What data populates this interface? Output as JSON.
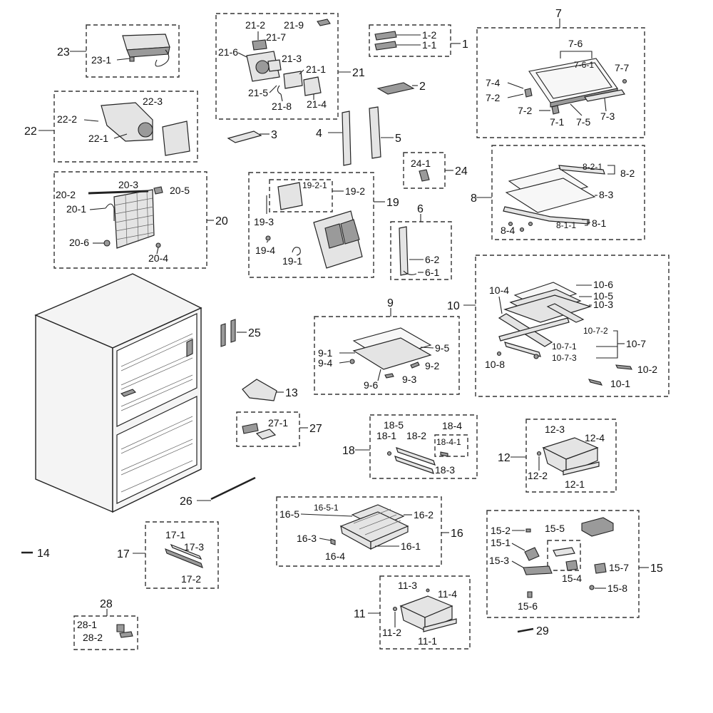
{
  "labels": {
    "g1": "1",
    "g1_1": "1-1",
    "g1_2": "1-2",
    "g2": "2",
    "g3": "3",
    "g4": "4",
    "g5": "5",
    "g6": "6",
    "g6_1": "6-1",
    "g6_2": "6-2",
    "g7": "7",
    "g7_1": "7-1",
    "g7_2a": "7-2",
    "g7_2b": "7-2",
    "g7_3": "7-3",
    "g7_4": "7-4",
    "g7_5": "7-5",
    "g7_6": "7-6",
    "g7_6_1": "7-6-1",
    "g7_7": "7-7",
    "g8": "8",
    "g8_1": "8-1",
    "g8_1_1": "8-1-1",
    "g8_2": "8-2",
    "g8_2_1": "8-2-1",
    "g8_3": "8-3",
    "g8_4": "8-4",
    "g9": "9",
    "g9_1": "9-1",
    "g9_2": "9-2",
    "g9_3": "9-3",
    "g9_4": "9-4",
    "g9_5": "9-5",
    "g9_6": "9-6",
    "g10": "10",
    "g10_1": "10-1",
    "g10_2": "10-2",
    "g10_3": "10-3",
    "g10_4": "10-4",
    "g10_5": "10-5",
    "g10_6": "10-6",
    "g10_7": "10-7",
    "g10_7_1": "10-7-1",
    "g10_7_2": "10-7-2",
    "g10_7_3": "10-7-3",
    "g10_8": "10-8",
    "g11": "11",
    "g11_1": "11-1",
    "g11_2": "11-2",
    "g11_3": "11-3",
    "g11_4": "11-4",
    "g12": "12",
    "g12_1": "12-1",
    "g12_2": "12-2",
    "g12_3": "12-3",
    "g12_4": "12-4",
    "g13": "13",
    "g14": "14",
    "g15": "15",
    "g15_1": "15-1",
    "g15_2": "15-2",
    "g15_3": "15-3",
    "g15_4": "15-4",
    "g15_5": "15-5",
    "g15_6": "15-6",
    "g15_7": "15-7",
    "g15_8": "15-8",
    "g16": "16",
    "g16_1": "16-1",
    "g16_2": "16-2",
    "g16_3": "16-3",
    "g16_4": "16-4",
    "g16_5": "16-5",
    "g16_5_1": "16-5-1",
    "g17": "17",
    "g17_1": "17-1",
    "g17_2": "17-2",
    "g17_3": "17-3",
    "g18": "18",
    "g18_1": "18-1",
    "g18_2": "18-2",
    "g18_3": "18-3",
    "g18_4": "18-4",
    "g18_4_1": "18-4-1",
    "g18_5": "18-5",
    "g19": "19",
    "g19_1": "19-1",
    "g19_2": "19-2",
    "g19_2_1": "19-2-1",
    "g19_3": "19-3",
    "g19_4": "19-4",
    "g20": "20",
    "g20_1": "20-1",
    "g20_2": "20-2",
    "g20_3": "20-3",
    "g20_4": "20-4",
    "g20_5": "20-5",
    "g20_6": "20-6",
    "g21": "21",
    "g21_1": "21-1",
    "g21_2": "21-2",
    "g21_3": "21-3",
    "g21_4": "21-4",
    "g21_5": "21-5",
    "g21_6": "21-6",
    "g21_7": "21-7",
    "g21_8": "21-8",
    "g21_9": "21-9",
    "g22": "22",
    "g22_1": "22-1",
    "g22_2": "22-2",
    "g22_3": "22-3",
    "g23": "23",
    "g23_1": "23-1",
    "g24": "24",
    "g24_1": "24-1",
    "g25": "25",
    "g26": "26",
    "g27": "27",
    "g27_1": "27-1",
    "g28": "28",
    "g28_1": "28-1",
    "g28_2": "28-2",
    "g29": "29"
  }
}
